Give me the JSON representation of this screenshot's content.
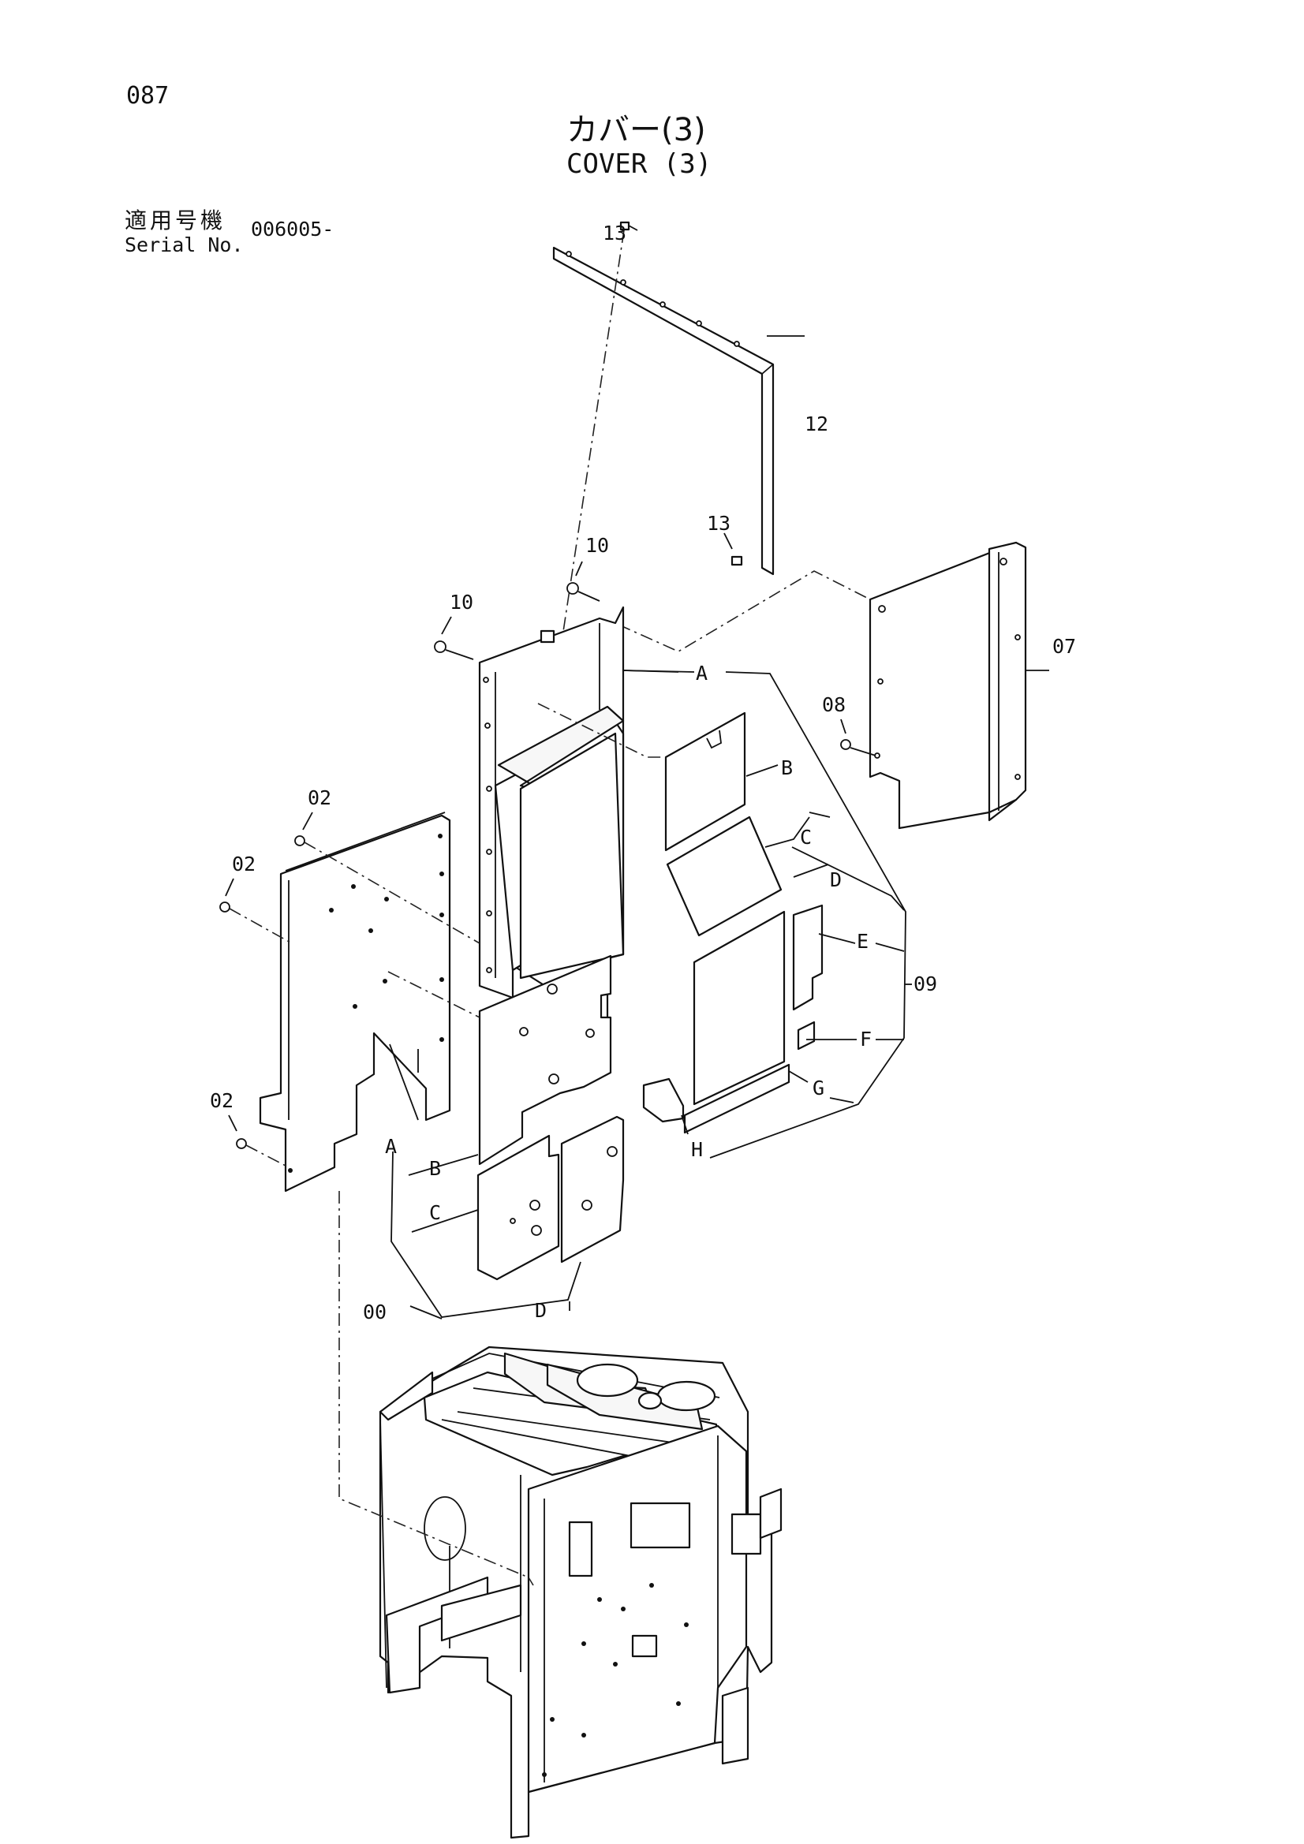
{
  "page": {
    "number": "087",
    "title_jp": "カバー(3)",
    "title_en": "COVER (3)",
    "serial_label_jp": "適用号機",
    "serial_label_en": "Serial No.",
    "serial_value": "006005-"
  },
  "callouts": {
    "c13_top": "13",
    "c12": "12",
    "c13_mid": "13",
    "c10_right": "10",
    "c10_left": "10",
    "c07": "07",
    "c08": "08",
    "c02_top": "02",
    "c02_mid": "02",
    "c02_bottom": "02",
    "c09": "09",
    "c00": "00",
    "kit09": {
      "a": "A",
      "b": "B",
      "c": "C",
      "d": "D",
      "e": "E",
      "f": "F",
      "g": "G",
      "h": "H"
    },
    "kit00": {
      "a": "A",
      "b": "B",
      "c": "C",
      "d": "D"
    }
  }
}
